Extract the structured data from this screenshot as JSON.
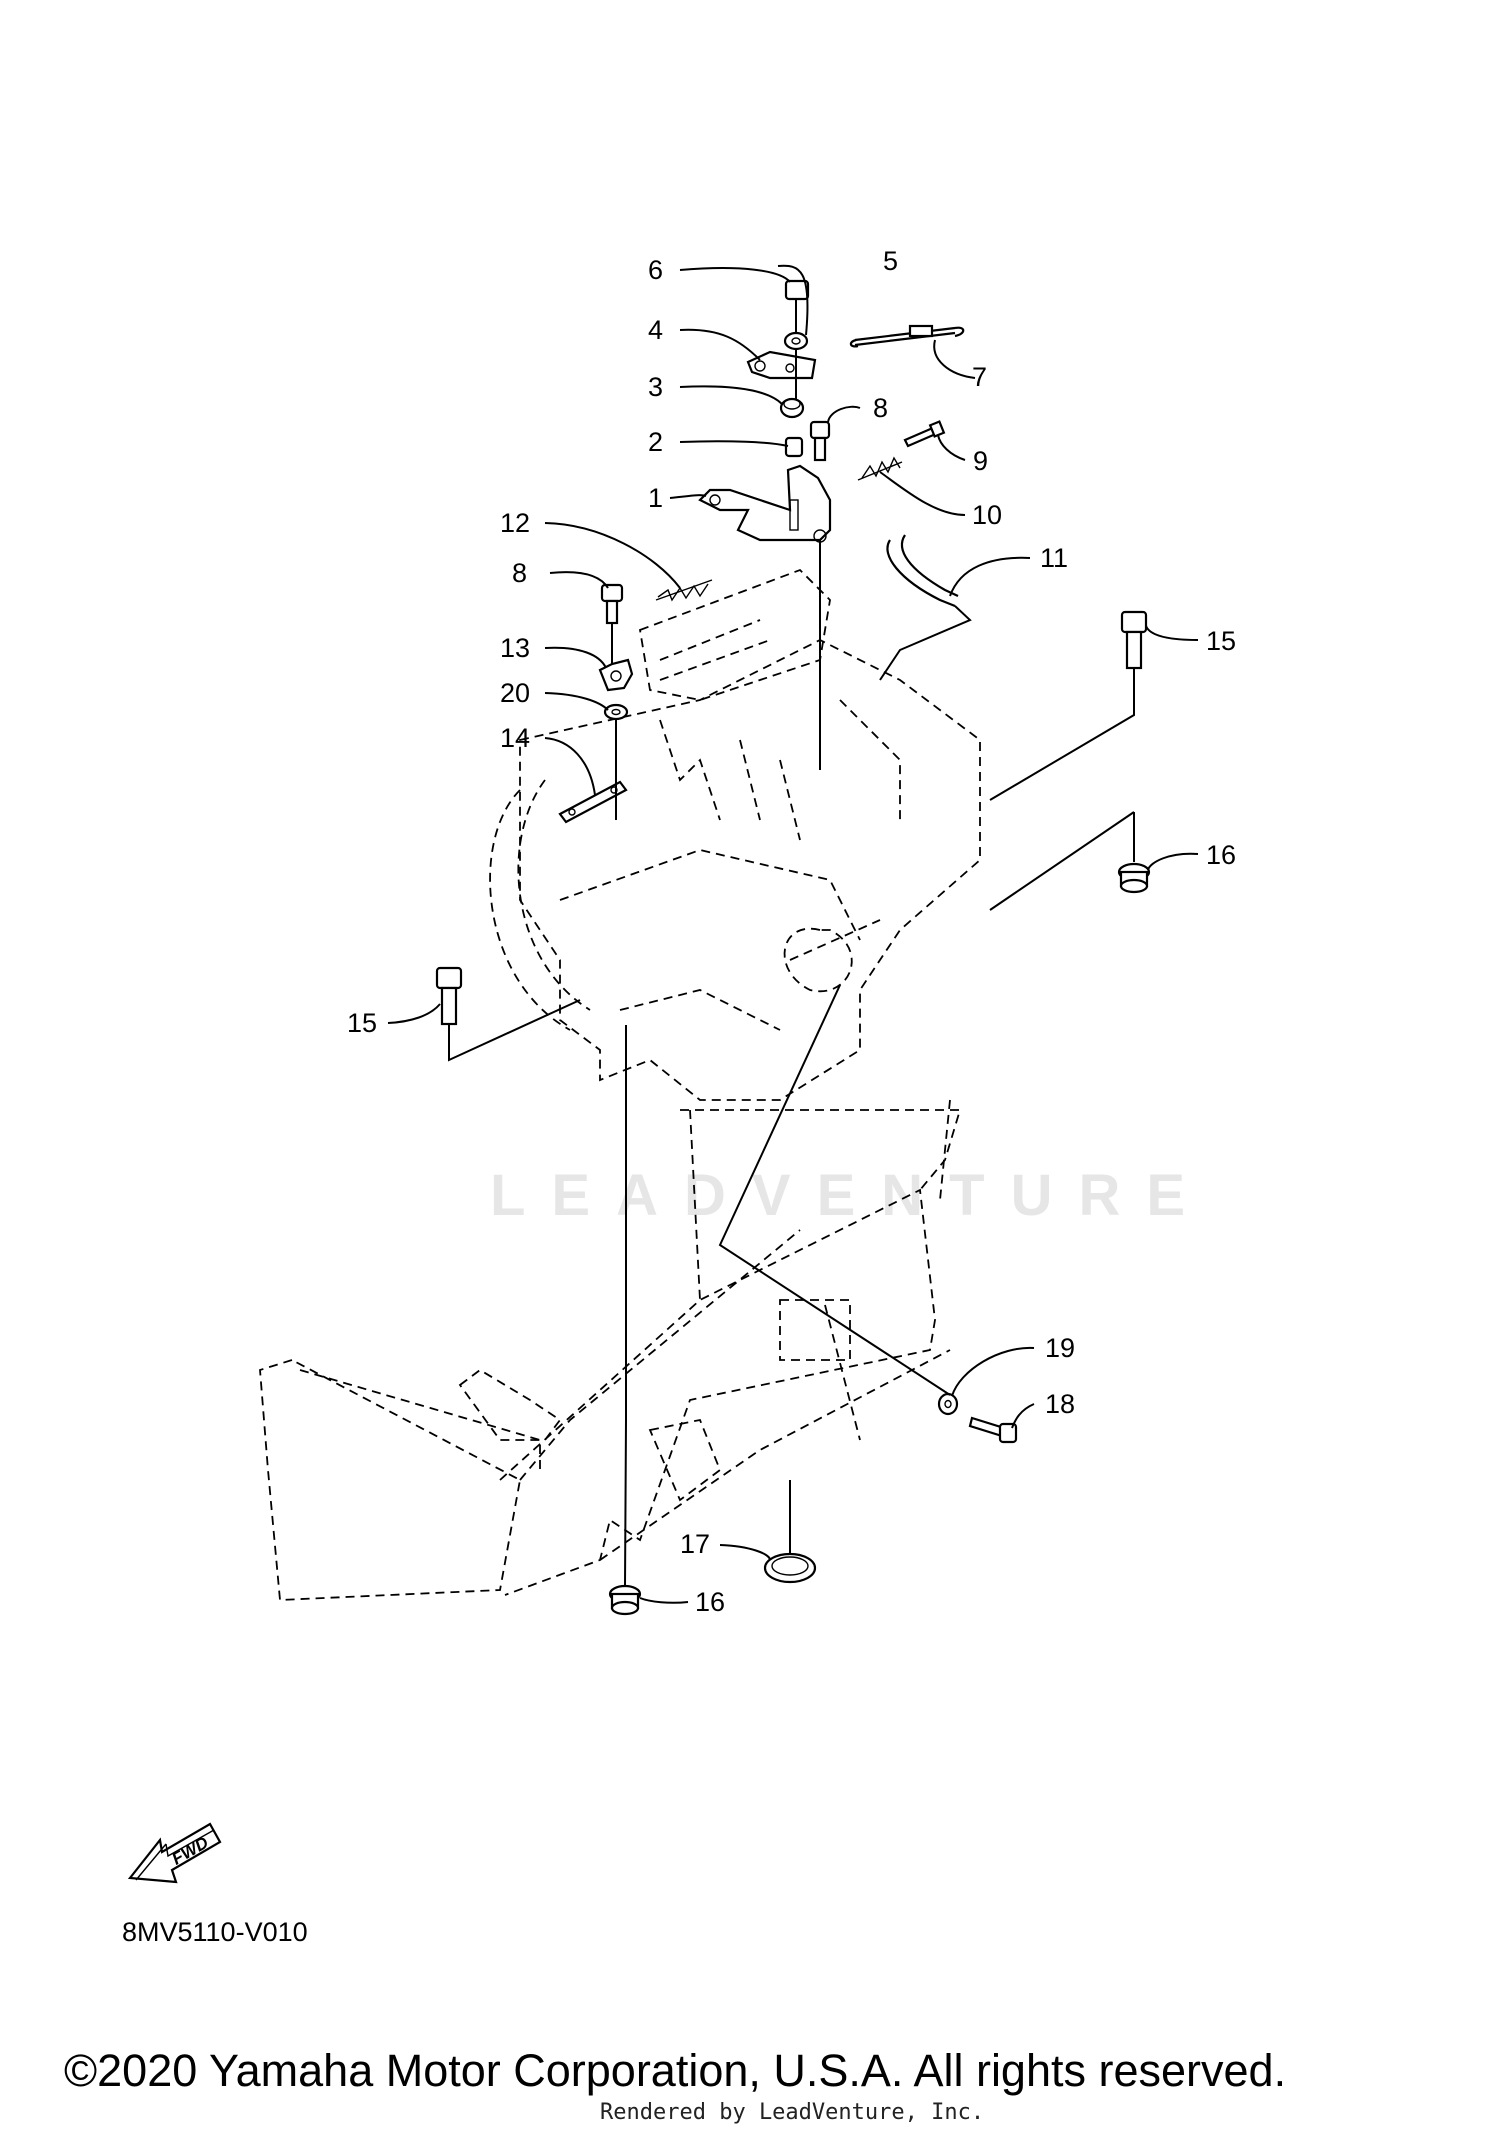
{
  "diagram": {
    "callouts": [
      "1",
      "2",
      "3",
      "4",
      "5",
      "6",
      "7",
      "8",
      "8",
      "9",
      "10",
      "11",
      "12",
      "13",
      "14",
      "15",
      "15",
      "16",
      "16",
      "17",
      "18",
      "19",
      "20"
    ],
    "fwd_label": "FWD",
    "watermark": "LEADVENTURE",
    "reference_code": "8MV5110-V010"
  },
  "footer": {
    "copyright": "©2020 Yamaha Motor Corporation, U.S.A. All rights reserved.",
    "rendered_by": "Rendered by LeadVenture, Inc."
  }
}
